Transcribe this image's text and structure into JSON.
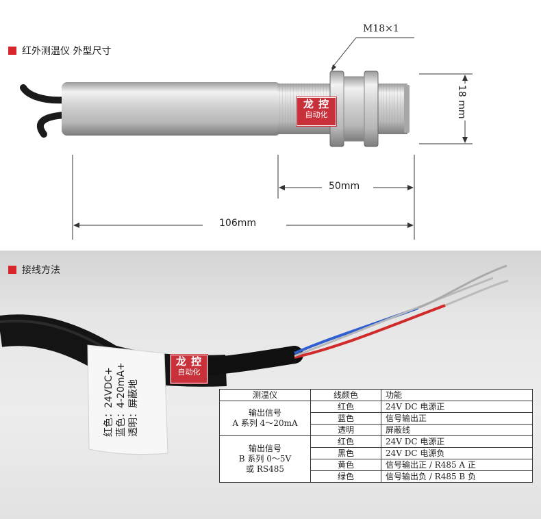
{
  "section1": {
    "title": "红外测温仪 外型尺寸"
  },
  "dimensions": {
    "thread": "M18×1",
    "diameter": "18 mm",
    "thread_length": "50mm",
    "total_length": "106mm"
  },
  "logo": {
    "line1": "龙 控",
    "line2": "自动化"
  },
  "section2": {
    "title": "接线方法"
  },
  "cable_label": {
    "line1": "红色：24VDC+",
    "line2": "蓝色：4-20mA+",
    "line3": "透明：屏蔽地"
  },
  "wiring_table": {
    "headers": [
      "测温仪",
      "线颜色",
      "功能"
    ],
    "groups": [
      {
        "series": [
          "输出信号",
          "A 系列 4～20mA"
        ],
        "rows": [
          {
            "color": "红色",
            "function": "24V DC 电源正"
          },
          {
            "color": "蓝色",
            "function": "信号输出正"
          },
          {
            "color": "透明",
            "function": "屏蔽线"
          }
        ]
      },
      {
        "series": [
          "输出信号",
          "B 系列 0～5V",
          "或 RS485"
        ],
        "rows": [
          {
            "color": "红色",
            "function": "24V DC 电源正"
          },
          {
            "color": "黑色",
            "function": "24V DC 电源负"
          },
          {
            "color": "黄色",
            "function": "信号输出正 / R485 A 正"
          },
          {
            "color": "绿色",
            "function": "信号输出负 / R485 B 负"
          }
        ]
      }
    ]
  }
}
